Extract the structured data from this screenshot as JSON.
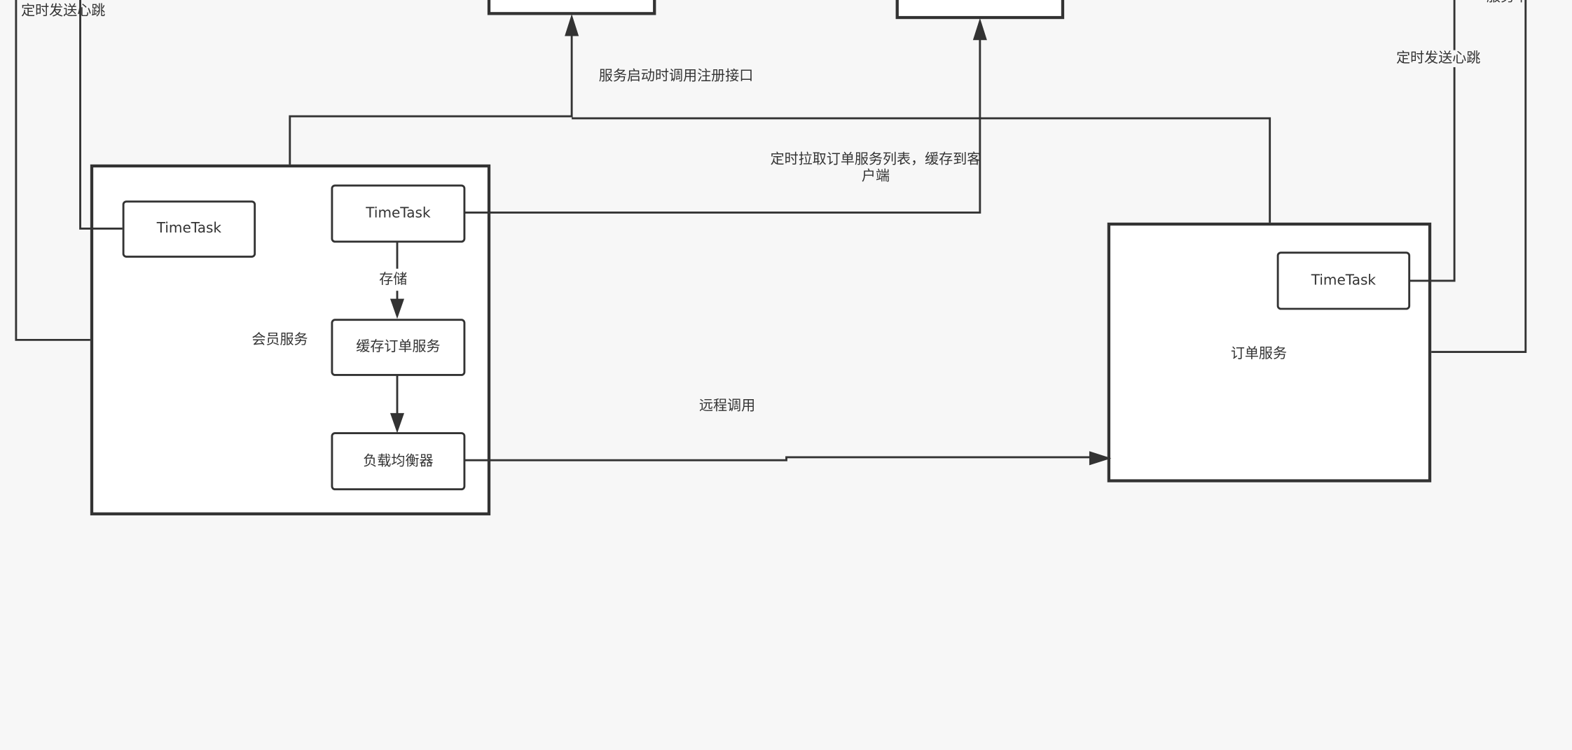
{
  "labels": {
    "heartbeat_left": "定时发送心跳",
    "heartbeat_right": "定时发送心跳",
    "register": "服务启动时调用注册接口",
    "pull_list": "定时拉取订单服务列表，缓存到客户端",
    "remote_call": "远程调用",
    "store": "存储",
    "cropped_top_right": "服务下"
  },
  "nodes": {
    "member_service": "会员服务",
    "order_service": "订单服务",
    "timetask_heartbeat": "TimeTask",
    "timetask_pull": "TimeTask",
    "timetask_order": "TimeTask",
    "cache": "缓存订单服务",
    "load_balancer": "负载均衡器"
  },
  "colors": {
    "stroke": "#333333",
    "background": "#f7f7f7",
    "node_fill": "#ffffff"
  }
}
